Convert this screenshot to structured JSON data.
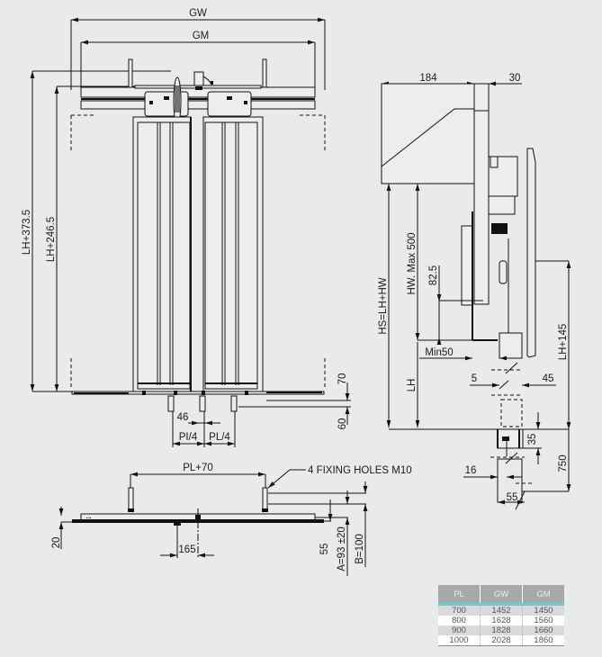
{
  "front_view": {
    "labels": {
      "gw": "GW",
      "gm": "GM",
      "lh_plus_373_5": "LH+373.5",
      "lh_plus_246_5": "LH+246.5",
      "dim_70": "70",
      "dim_60": "60",
      "dim_46": "46",
      "pl_quarter_left": "PI/4",
      "pl_quarter_right": "PL/4"
    }
  },
  "side_view": {
    "labels": {
      "dim_184": "184",
      "dim_30": "30",
      "hs": "HS=LH+HW",
      "hw_max": "HW. Max 500",
      "dim_82_5": "82.5",
      "min50": "Min50",
      "lh": "LH",
      "lh_plus_145": "LH+145",
      "dim_5": "5",
      "dim_45": "45",
      "dim_35": "35",
      "dim_750": "750",
      "dim_16": "16",
      "dim_55": "55"
    }
  },
  "top_view": {
    "labels": {
      "pl_plus_70": "PL+70",
      "fixing_holes": "4 FIXING HOLES M10",
      "dim_20": "20",
      "dim_165": "165",
      "dim_55": "55",
      "dim_a": "A=93 ±20",
      "dim_b": "B=100"
    }
  },
  "spec_table": {
    "headers": [
      "PL",
      "GW",
      "GM"
    ],
    "rows": [
      [
        "700",
        "1452",
        "1450"
      ],
      [
        "800",
        "1628",
        "1560"
      ],
      [
        "900",
        "1828",
        "1660"
      ],
      [
        "1000",
        "2028",
        "1860"
      ]
    ],
    "accent_color": "#6ecbcb",
    "header_color": "#a7a8aa"
  }
}
